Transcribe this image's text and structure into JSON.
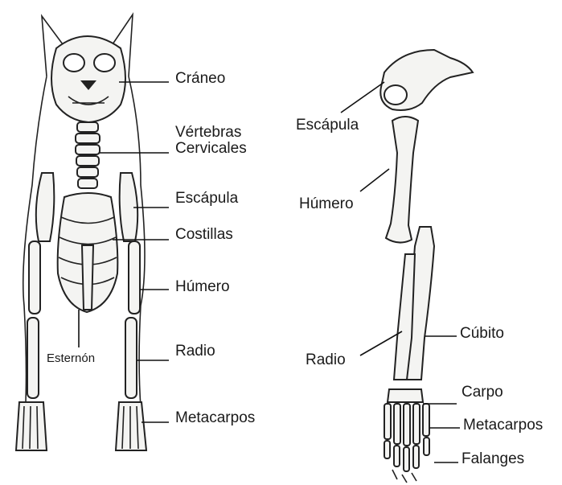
{
  "dog_labels": {
    "craneo": "Cráneo",
    "vertebras_line1": "Vértebras",
    "vertebras_line2": "Cervicales",
    "escapula": "Escápula",
    "costillas": "Costillas",
    "humero": "Húmero",
    "radio": "Radio",
    "metacarpos": "Metacarpos",
    "esternon": "Esternón"
  },
  "limb_labels": {
    "escapula": "Escápula",
    "humero": "Húmero",
    "cubito": "Cúbito",
    "radio": "Radio",
    "carpo": "Carpo",
    "metacarpos": "Metacarpos",
    "falanges": "Falanges"
  }
}
